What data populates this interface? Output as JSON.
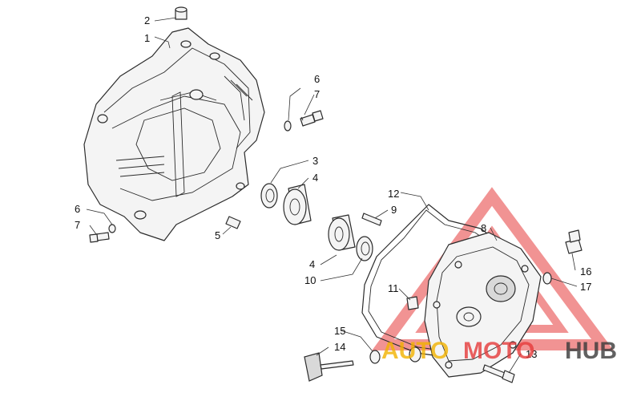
{
  "callouts": {
    "c1": "1",
    "c2": "2",
    "c3": "3",
    "c4a": "4",
    "c4b": "4",
    "c5": "5",
    "c6a": "6",
    "c6b": "6",
    "c7a": "7",
    "c7b": "7",
    "c8": "8",
    "c9": "9",
    "c10": "10",
    "c11": "11",
    "c12": "12",
    "c13": "13",
    "c14": "14",
    "c15": "15",
    "c16": "16",
    "c17": "17"
  },
  "watermark": {
    "brand_part1": "AUTO",
    "brand_part2": "MOTO",
    "brand_part3": "HUB",
    "accent_color": "#e63b3b",
    "gold_color": "#f2b200",
    "dark_color": "#3a3a3a"
  }
}
